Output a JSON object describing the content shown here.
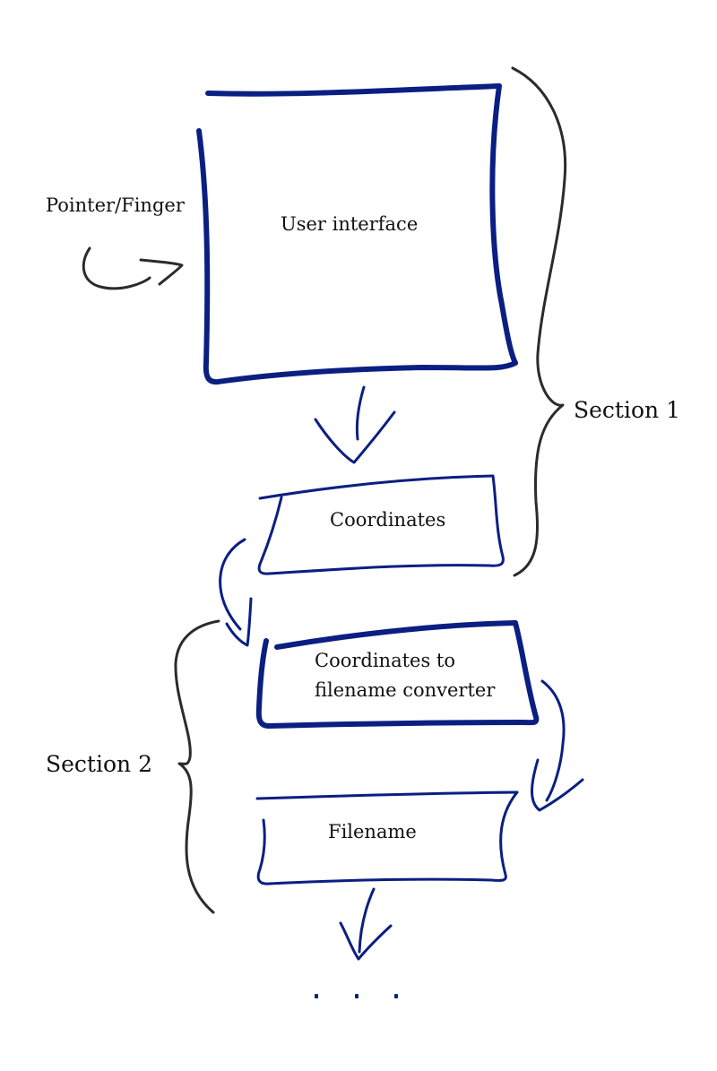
{
  "labels": {
    "pointer": "Pointer/Finger",
    "user_interface": "User interface",
    "coordinates": "Coordinates",
    "converter_line1": "Coordinates to",
    "converter_line2": "filename converter",
    "filename": "Filename",
    "section1": "Section 1",
    "section2": "Section 2",
    "continuation": ". . ."
  },
  "colors": {
    "ink_blue": "#0b1f82",
    "ink_dark": "#2b2b2b"
  }
}
